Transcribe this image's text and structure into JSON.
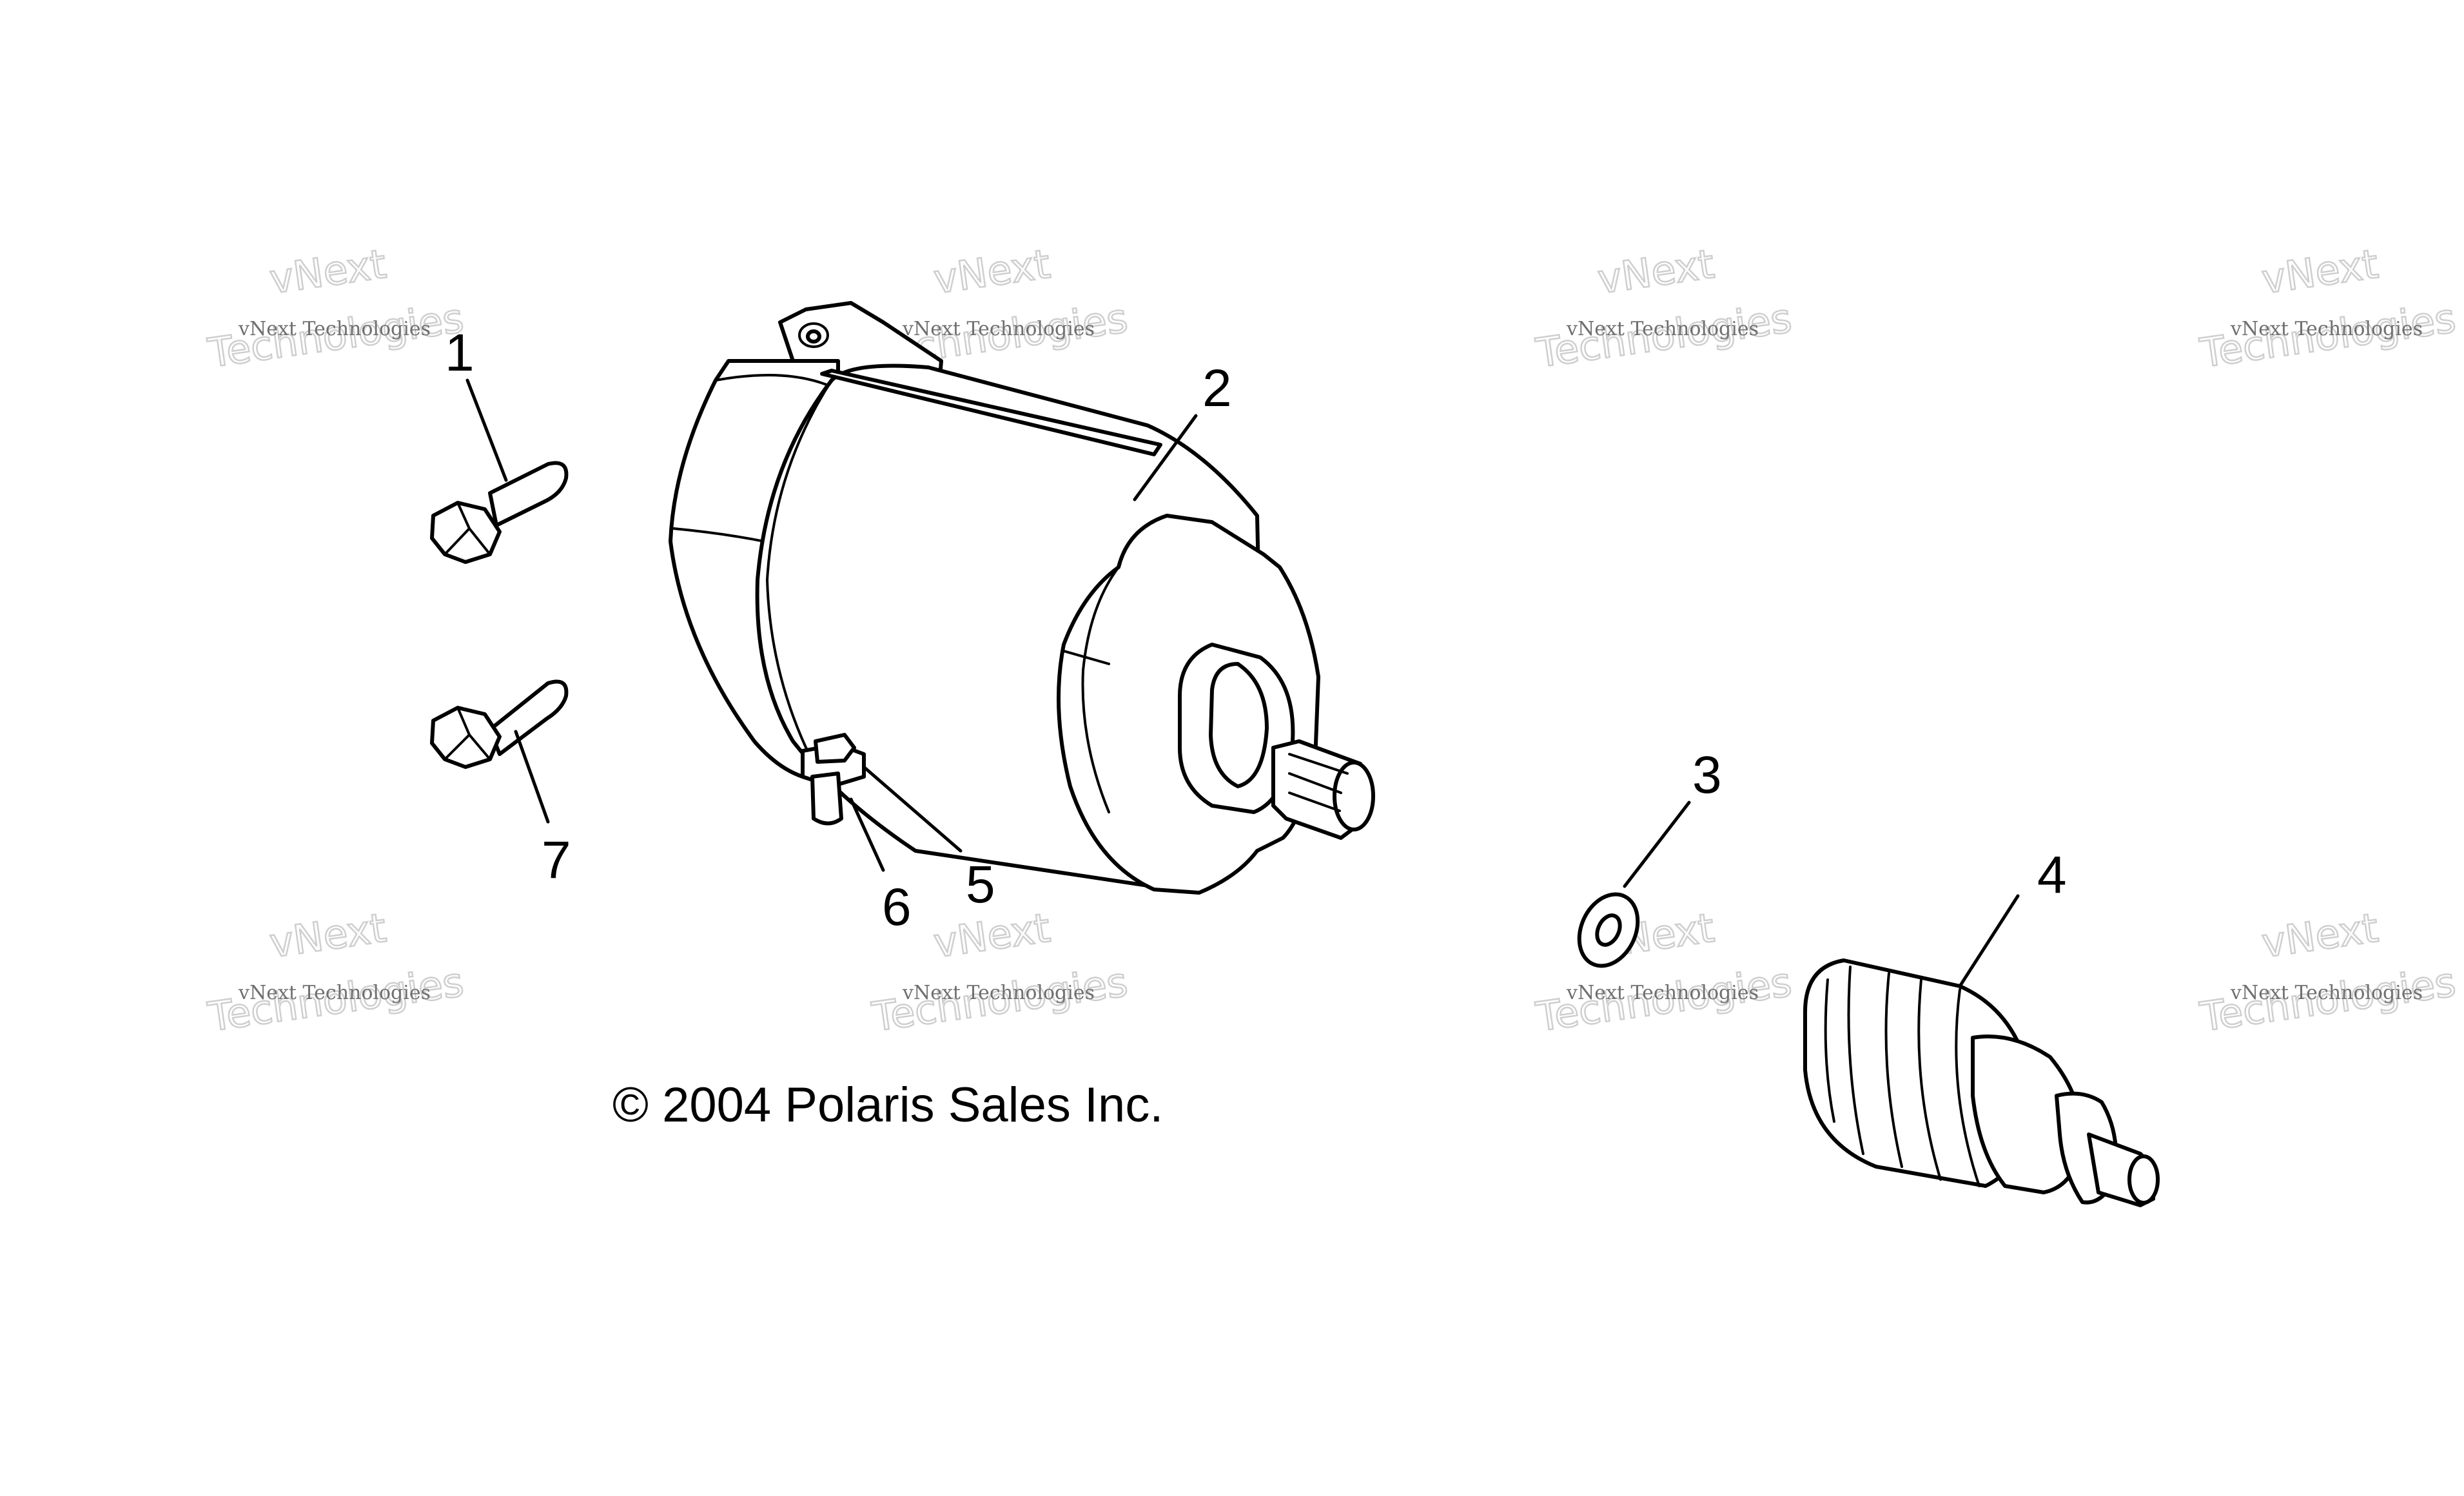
{
  "callouts": {
    "c1": "1",
    "c2": "2",
    "c3": "3",
    "c4": "4",
    "c5": "5",
    "c6": "6",
    "c7": "7"
  },
  "copyright": "© 2004 Polaris Sales Inc.",
  "watermark": {
    "small": "vNext Technologies",
    "big": "Technologies",
    "arc": "vNext"
  }
}
